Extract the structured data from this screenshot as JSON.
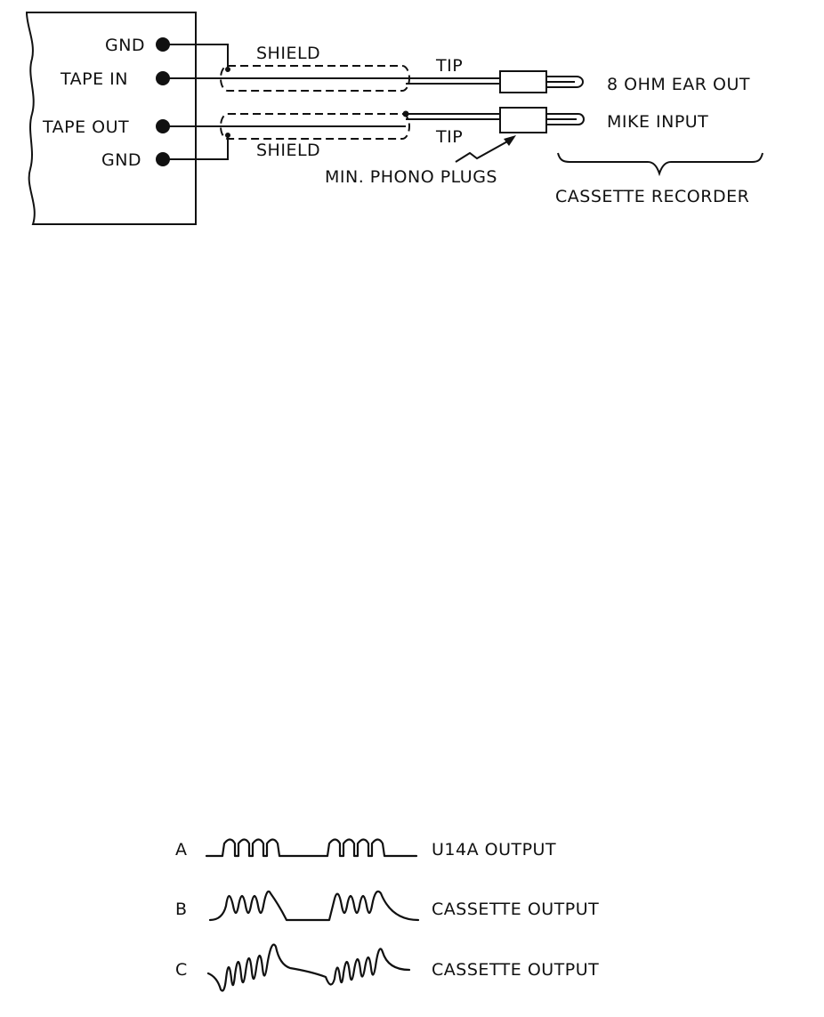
{
  "wiring": {
    "terminals": {
      "gnd_top": "GND",
      "tape_in": "TAPE IN",
      "tape_out": "TAPE OUT",
      "gnd_bottom": "GND"
    },
    "shield_top": "SHIELD",
    "shield_bottom": "SHIELD",
    "tip_top": "TIP",
    "tip_bottom": "TIP",
    "phono_plugs": "MIN. PHONO PLUGS",
    "ear_out": "8 OHM EAR OUT",
    "mike_input": "MIKE INPUT",
    "recorder": "CASSETTE RECORDER"
  },
  "waveforms": {
    "a": {
      "letter": "A",
      "label": "U14A OUTPUT"
    },
    "b": {
      "letter": "B",
      "label": "CASSETTE OUTPUT"
    },
    "c": {
      "letter": "C",
      "label": "CASSETTE OUTPUT"
    }
  }
}
